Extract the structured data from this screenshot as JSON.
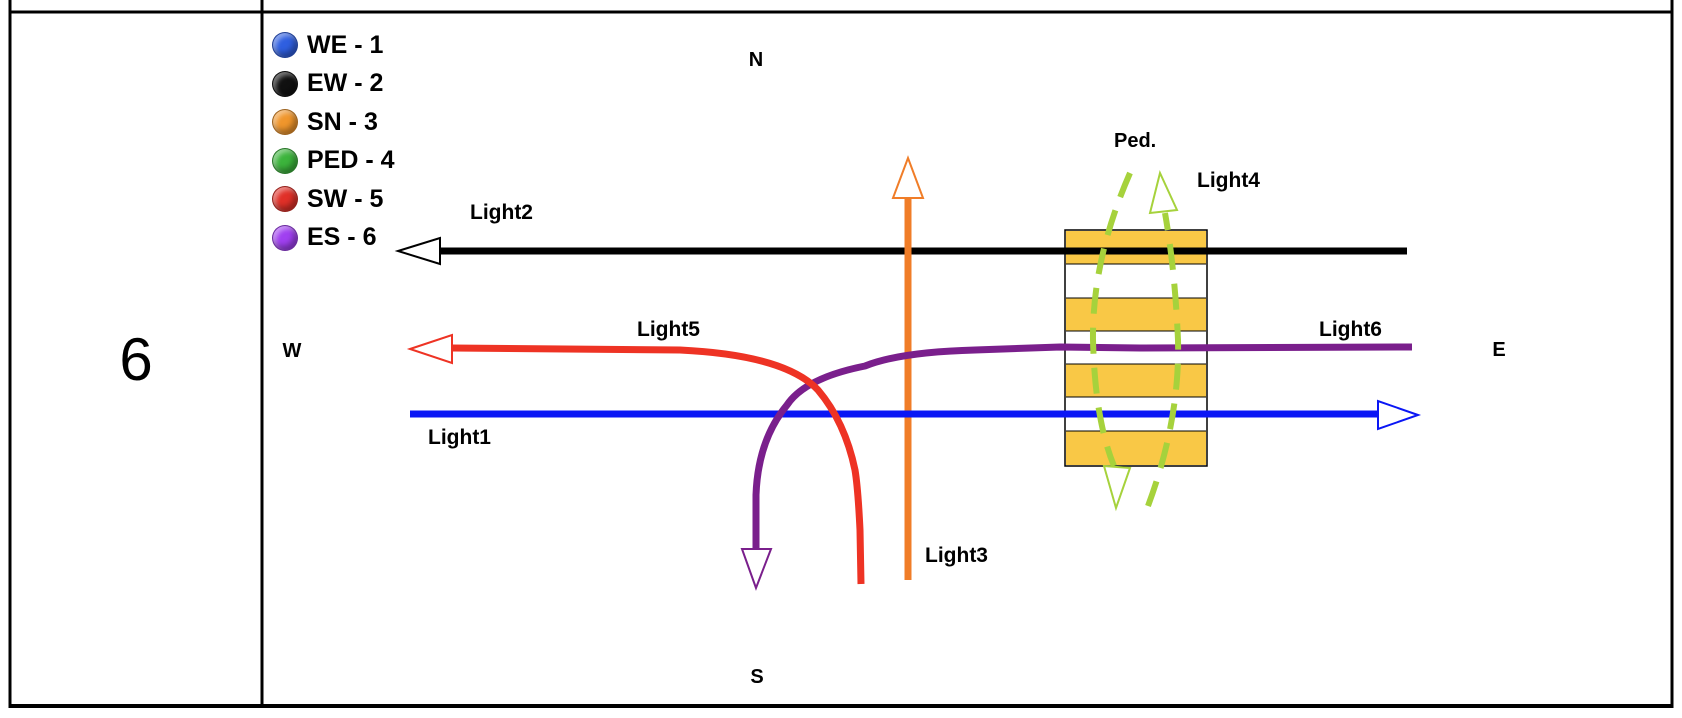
{
  "row": {
    "number": "6"
  },
  "legend": [
    {
      "label": "WE - 1",
      "color": "#2f5fe0"
    },
    {
      "label": "EW - 2",
      "color": "#111111"
    },
    {
      "label": "SN - 3",
      "color": "#f0962c"
    },
    {
      "label": "PED - 4",
      "color": "#3cb43c"
    },
    {
      "label": "SW - 5",
      "color": "#e03028"
    },
    {
      "label": "ES - 6",
      "color": "#a040f0"
    }
  ],
  "compass": {
    "north": "N",
    "south": "S",
    "west": "W",
    "east": "E"
  },
  "labels": {
    "light1": "Light1",
    "light2": "Light2",
    "light3": "Light3",
    "light4": "Light4",
    "light5": "Light5",
    "light6": "Light6",
    "ped": "Ped."
  },
  "colors": {
    "we_line": "#0a16f5",
    "ew_line": "#000000",
    "sn_line": "#f07d28",
    "ped_line": "#a6d23c",
    "sw_line": "#ee3324",
    "es_line": "#7a1f8c",
    "crosswalk_stripe": "#f9c846"
  }
}
